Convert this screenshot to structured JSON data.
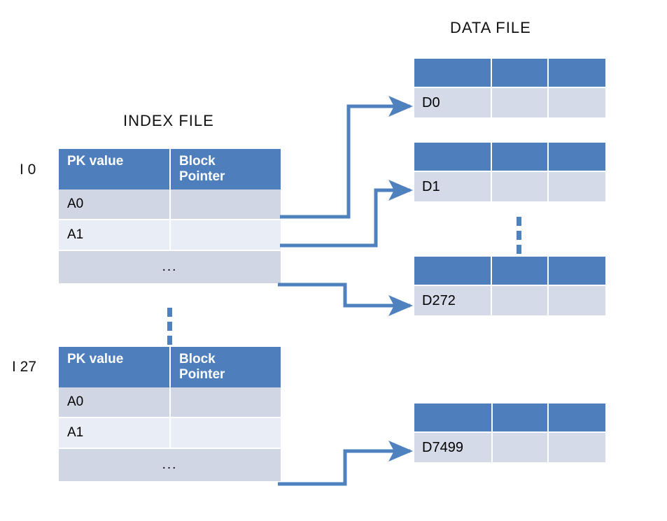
{
  "titles": {
    "data_file": "DATA FILE",
    "index_file": "INDEX FILE"
  },
  "index_file": {
    "blocks": [
      {
        "label": "I 0",
        "headers": {
          "pk": "PK value",
          "pointer_line1": "Block",
          "pointer_line2": "Pointer"
        },
        "rows": [
          {
            "pk": "A0",
            "pointer": ""
          },
          {
            "pk": "A1",
            "pointer": ""
          }
        ],
        "ellipsis": "..."
      },
      {
        "label": "I 27",
        "headers": {
          "pk": "PK value",
          "pointer_line1": "Block",
          "pointer_line2": "Pointer"
        },
        "rows": [
          {
            "pk": "A0",
            "pointer": ""
          },
          {
            "pk": "A1",
            "pointer": ""
          }
        ],
        "ellipsis": "..."
      }
    ],
    "continuation": "vertical-dots"
  },
  "data_file": {
    "blocks": [
      {
        "name": "D0",
        "cells": [
          "D0",
          "",
          ""
        ]
      },
      {
        "name": "D1",
        "cells": [
          "D1",
          "",
          ""
        ]
      },
      {
        "name": "D272",
        "cells": [
          "D272",
          "",
          ""
        ]
      },
      {
        "name": "D7499",
        "cells": [
          "D7499",
          "",
          ""
        ]
      }
    ],
    "continuation": "vertical-dots"
  },
  "connectors": [
    {
      "from": "index-0-row-A0",
      "to": "data-block-D0"
    },
    {
      "from": "index-0-row-A1",
      "to": "data-block-D1"
    },
    {
      "from": "index-0-row-ellipsis",
      "to": "data-block-D272"
    },
    {
      "from": "index-27-row-ellipsis",
      "to": "data-block-D7499"
    }
  ],
  "colors": {
    "header_blue": "#4E7EBB",
    "arrow_blue": "#4E81BD",
    "row_dark": "#D0D6E4",
    "row_light": "#E9EDF5",
    "data_row": "#D5DAE8",
    "background": "#FFFFFF"
  }
}
